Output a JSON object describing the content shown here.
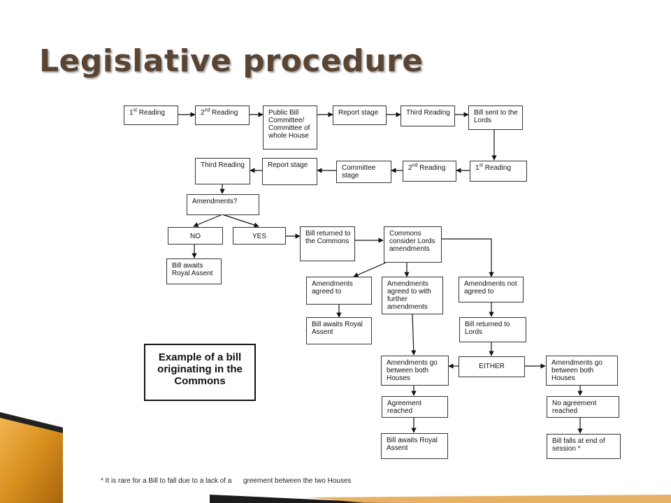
{
  "title": "Legislative procedure",
  "example_caption": "Example of a bill originating in the Commons",
  "footnote": "* It is rare for a Bill to fall due to a lack of a      greement between the two Houses",
  "colors": {
    "title": "#5a4434",
    "accent_gold": "#d9901e",
    "accent_dark": "#111111"
  },
  "nodes": {
    "first_reading_commons": {
      "base": "1",
      "sup": "st",
      "rest": " Reading"
    },
    "second_reading_commons": {
      "base": "2",
      "sup": "nd",
      "rest": " Reading"
    },
    "public_bill_committee": "Public Bill Committee/ Committee of whole House",
    "report_stage_commons": "Report  stage",
    "third_reading_commons": "Third Reading",
    "bill_sent_to_lords": "Bill sent to the Lords",
    "first_reading_lords": {
      "base": "1",
      "sup": "st",
      "rest": " Reading"
    },
    "second_reading_lords": {
      "base": "2",
      "sup": "nd",
      "rest": " Reading"
    },
    "committee_stage_lords": "Committee stage",
    "report_stage_lords": "Report stage",
    "third_reading_lords": "Third Reading",
    "amendments_question": "Amendments?",
    "no": "NO",
    "yes": "YES",
    "bill_awaits_royal_assent_1": "Bill awaits Royal Assent",
    "bill_returned_to_commons": "Bill returned to the Commons",
    "commons_consider_lords_amendments": "Commons consider Lords amendments",
    "amendments_agreed_to": "Amendments agreed to",
    "amendments_agreed_with_further": "Amendments agreed to with further amendments",
    "amendments_not_agreed_to": "Amendments not agreed to",
    "bill_awaits_royal_assent_2": "Bill awaits Royal Assent",
    "bill_returned_to_lords": "Bill returned to Lords",
    "either": "EITHER",
    "amendments_go_between_left": "Amendments go between both Houses",
    "amendments_go_between_right": "Amendments go between both Houses",
    "agreement_reached": "Agreement reached",
    "no_agreement_reached": "No agreement reached",
    "bill_awaits_royal_assent_3": "Bill awaits Royal Assent",
    "bill_falls": "Bill falls at end of session *"
  }
}
